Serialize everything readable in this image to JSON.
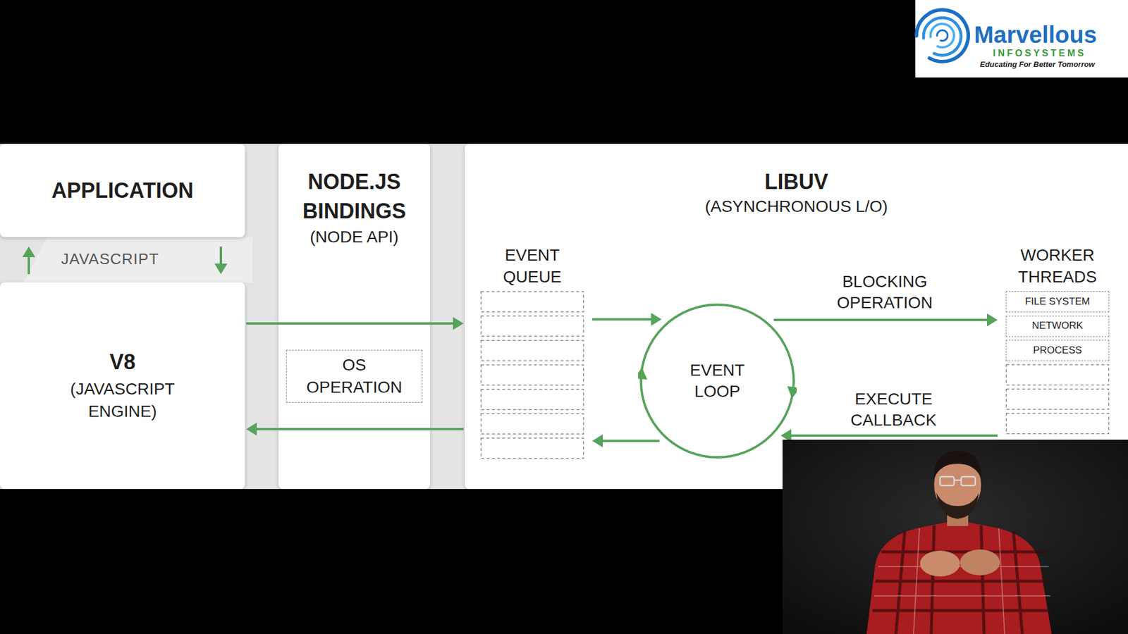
{
  "diagram": {
    "nodes": [
      {
        "text": [
          "APPLICATION"
        ]
      },
      {
        "text": [
          "V8",
          "(JAVASCRIPT ENGINE)"
        ]
      },
      {
        "text": [
          "NODE.JS BINDINGS",
          "(NODE API)"
        ]
      },
      {
        "text": [
          "OS OPERATION"
        ],
        "in": 2
      },
      {
        "text": [
          "LIBUV",
          "(ASYNCHRONOUS L/O)"
        ]
      },
      {
        "text": [
          "EVENT QUEUE"
        ],
        "in": 4
      },
      {
        "text": [
          "EVENT LOOP"
        ],
        "in": 4
      },
      {
        "text": [
          "WORKER THREADS"
        ],
        "in": 4
      },
      {
        "text": [
          "FILE SYSTEM"
        ],
        "in": 7
      },
      {
        "text": [
          "NETWORK"
        ],
        "in": 7
      },
      {
        "text": [
          "PROCESS"
        ],
        "in": 7
      }
    ],
    "edges": [
      {
        "from": 1,
        "to": 0,
        "arrow": "to"
      },
      {
        "from": 0,
        "to": 1,
        "arrow": "to"
      },
      {
        "from": 1,
        "to": 4,
        "arrow": "to"
      },
      {
        "from": 4,
        "to": 1,
        "arrow": "to"
      },
      {
        "from": 5,
        "to": 6,
        "arrow": "to"
      },
      {
        "from": 6,
        "to": 5,
        "arrow": "to"
      },
      {
        "from": 6,
        "to": 7,
        "label": "BLOCKING OPERATION",
        "arrow": "to"
      },
      {
        "from": 7,
        "to": 6,
        "label": "EXECUTE CALLBACK",
        "arrow": "to"
      }
    ],
    "labels": [
      "JAVASCRIPT",
      "Marvellous",
      "INFOSYSTEMS",
      "Educating For Better Tomorrow"
    ]
  }
}
